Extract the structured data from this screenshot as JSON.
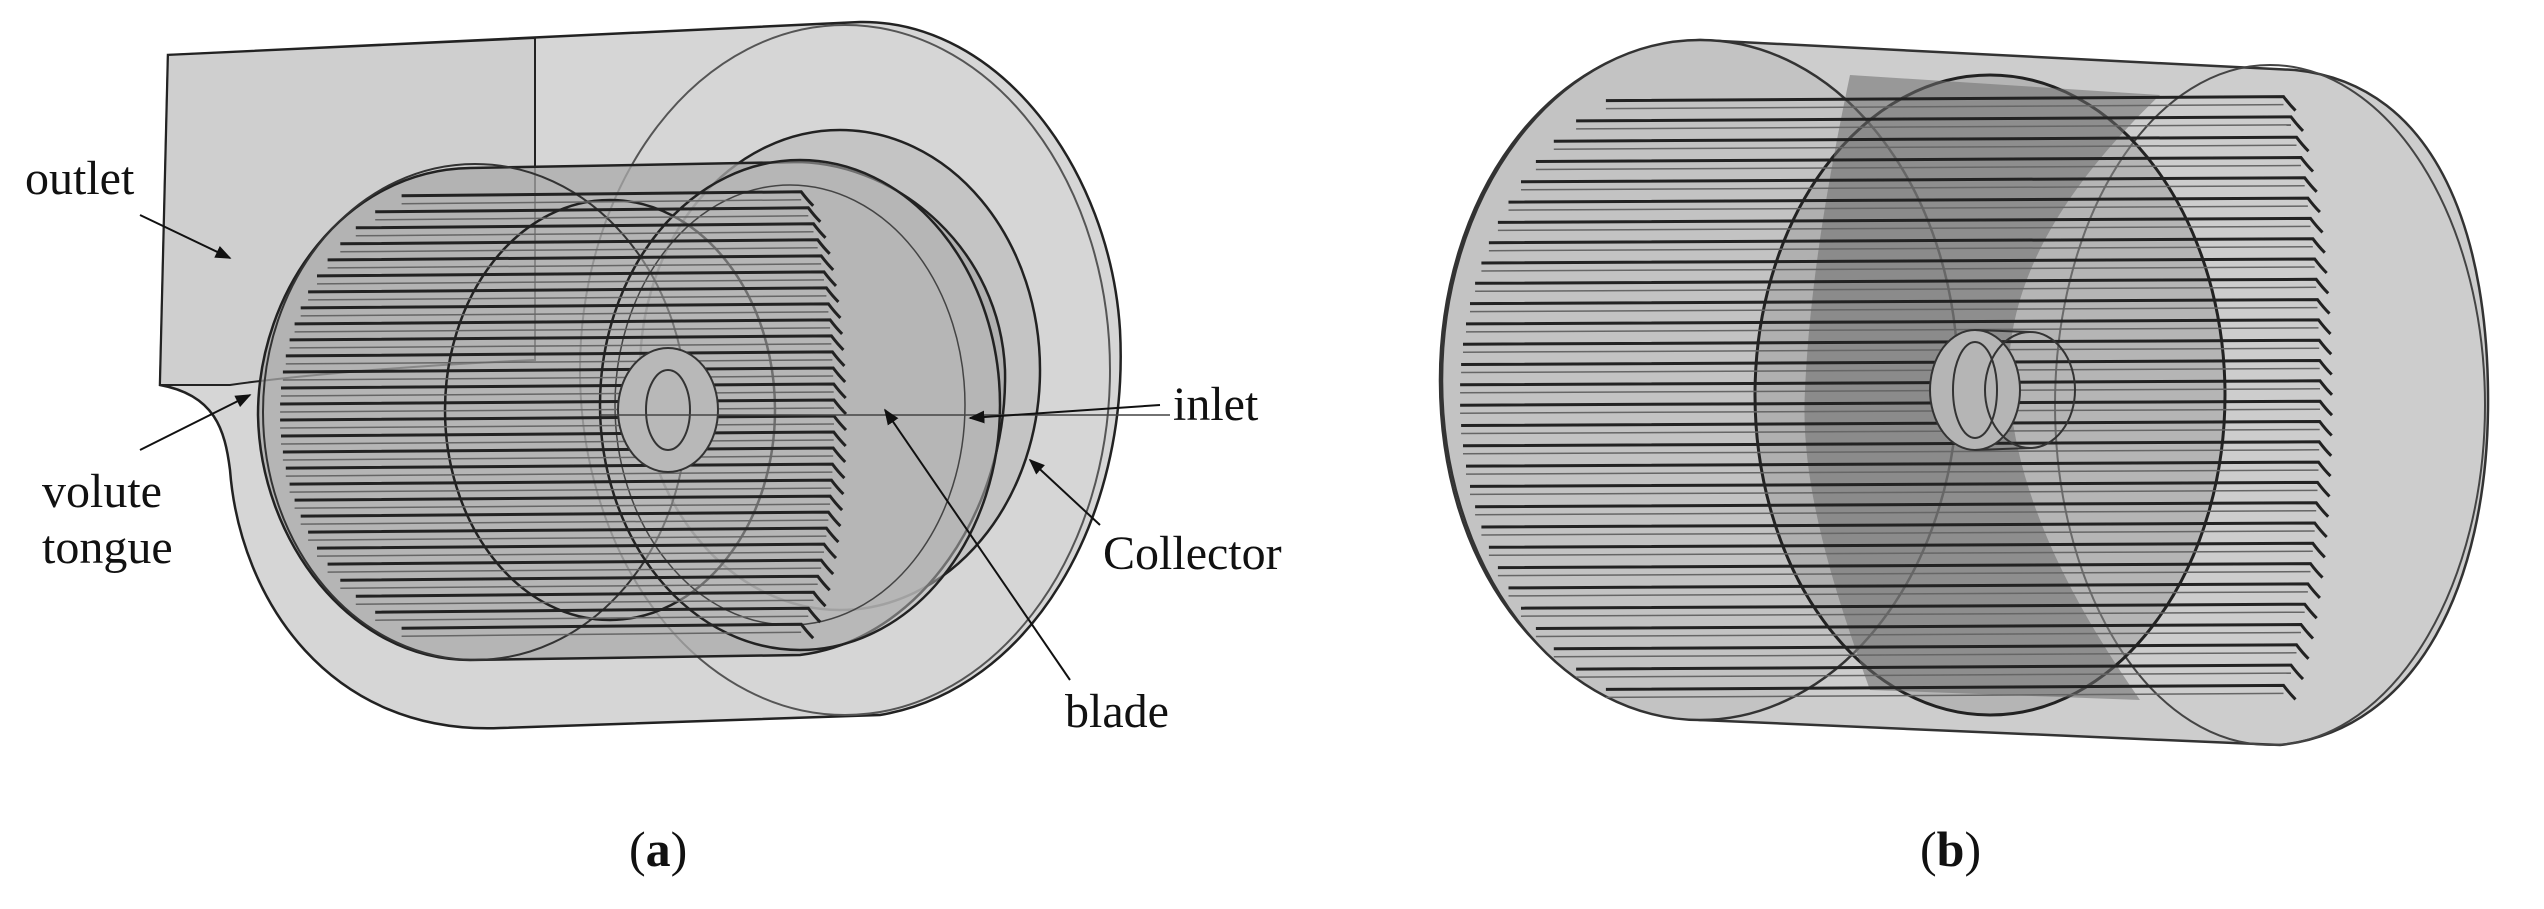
{
  "panel_a": {
    "labels": {
      "outlet": "outlet",
      "volute_line1": "volute",
      "volute_line2": "tongue",
      "inlet": "inlet",
      "collector": "Collector",
      "blade": "blade"
    },
    "caption_letter": "a"
  },
  "panel_b": {
    "caption_letter": "b"
  },
  "colors": {
    "housing_fill": "#d4d4d4",
    "impeller_fill": "#a9a9a9",
    "blade_dark": "#555555",
    "outline": "#222222"
  }
}
